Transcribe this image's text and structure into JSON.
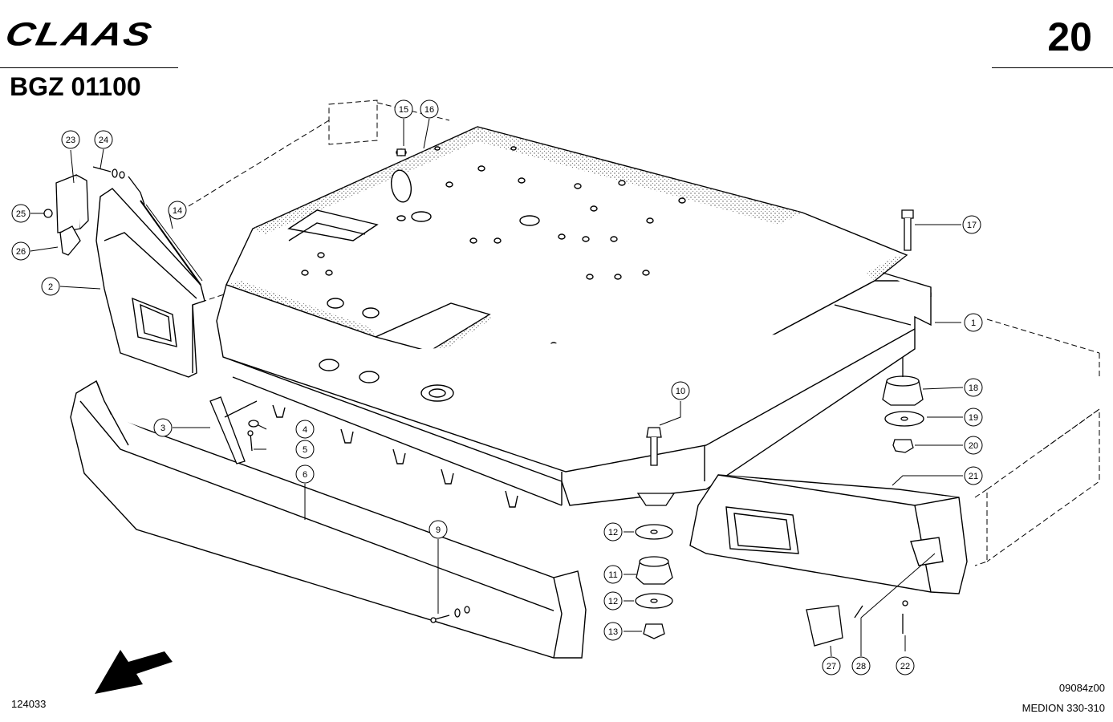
{
  "header": {
    "brand": "CLAAS",
    "page_number": "20",
    "group_code": "BGZ 01100"
  },
  "footer": {
    "drawing_number": "124033",
    "figure_code": "09084z00",
    "machine_model": "MEDION 330-310"
  },
  "callouts": [
    {
      "n": "1"
    },
    {
      "n": "2"
    },
    {
      "n": "3"
    },
    {
      "n": "4"
    },
    {
      "n": "5"
    },
    {
      "n": "6"
    },
    {
      "n": "9"
    },
    {
      "n": "10"
    },
    {
      "n": "11"
    },
    {
      "n": "12"
    },
    {
      "n": "12"
    },
    {
      "n": "13"
    },
    {
      "n": "14"
    },
    {
      "n": "15"
    },
    {
      "n": "16"
    },
    {
      "n": "17"
    },
    {
      "n": "18"
    },
    {
      "n": "19"
    },
    {
      "n": "20"
    },
    {
      "n": "21"
    },
    {
      "n": "22"
    },
    {
      "n": "23"
    },
    {
      "n": "24"
    },
    {
      "n": "25"
    },
    {
      "n": "26"
    },
    {
      "n": "27"
    },
    {
      "n": "28"
    }
  ],
  "colors": {
    "ink": "#000000",
    "paper": "#ffffff",
    "stipple": "#555555"
  }
}
